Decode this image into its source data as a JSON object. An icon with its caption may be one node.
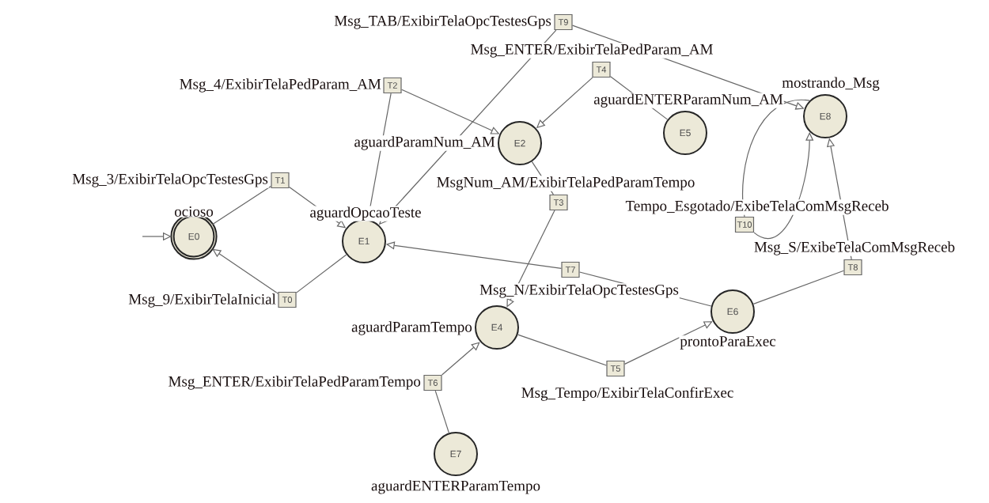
{
  "diagram": {
    "nodes": [
      {
        "text": [
          "E0"
        ],
        "beside": [
          "ocioso"
        ]
      },
      {
        "text": [
          "E1"
        ],
        "beside": [
          "aguardOpcaoTeste"
        ]
      },
      {
        "text": [
          "E2"
        ],
        "beside": [
          "aguardParamNum_AM"
        ]
      },
      {
        "text": [
          "E4"
        ],
        "beside": [
          "aguardParamTempo"
        ]
      },
      {
        "text": [
          "E5"
        ],
        "beside": [
          "aguardENTERParamNum_AM"
        ]
      },
      {
        "text": [
          "E6"
        ],
        "beside": [
          "prontoParaExec"
        ]
      },
      {
        "text": [
          "E7"
        ],
        "beside": [
          "aguardENTERParamTempo"
        ]
      },
      {
        "text": [
          "E8"
        ],
        "beside": [
          "mostrando_Msg"
        ]
      },
      {
        "text": [
          "T0"
        ],
        "beside": [
          "Msg_9/ExibirTelaInicial"
        ]
      },
      {
        "text": [
          "T1"
        ],
        "beside": [
          "Msg_3/ExibirTelaOpcTestesGps"
        ]
      },
      {
        "text": [
          "T2"
        ],
        "beside": [
          "Msg_4/ExibirTelaPedParam_AM"
        ]
      },
      {
        "text": [
          "T3"
        ],
        "beside": [
          "MsgNum_AM/ExibirTelaPedParamTempo"
        ]
      },
      {
        "text": [
          "T4"
        ],
        "beside": [
          "Msg_ENTER/ExibirTelaPedParam_AM"
        ]
      },
      {
        "text": [
          "T5"
        ],
        "beside": [
          "Msg_Tempo/ExibirTelaConfirExec"
        ]
      },
      {
        "text": [
          "T6"
        ],
        "beside": [
          "Msg_ENTER/ExibirTelaPedParamTempo"
        ]
      },
      {
        "text": [
          "T7"
        ],
        "beside": [
          "Msg_N/ExibirTelaOpcTestesGps"
        ]
      },
      {
        "text": [
          "T8"
        ],
        "beside": [
          "Msg_S/ExibeTelaComMsgReceb"
        ]
      },
      {
        "text": [
          "T9"
        ],
        "beside": [
          "Msg_TAB/ExibirTelaOpcTestesGps"
        ]
      },
      {
        "text": [
          "T10"
        ],
        "beside": [
          "Tempo_Esgotado/ExibeTelaComMsgReceb"
        ]
      }
    ],
    "edges": [
      {
        "from": null,
        "to": 0,
        "arrow": "to"
      },
      {
        "from": 1,
        "to": 8,
        "arrow": "none"
      },
      {
        "from": 8,
        "to": 0,
        "arrow": "to"
      },
      {
        "from": 0,
        "to": 9,
        "arrow": "none"
      },
      {
        "from": 9,
        "to": 1,
        "arrow": "to"
      },
      {
        "from": 1,
        "to": 10,
        "arrow": "none"
      },
      {
        "from": 10,
        "to": 2,
        "arrow": "to"
      },
      {
        "from": 2,
        "to": 11,
        "arrow": "none"
      },
      {
        "from": 11,
        "to": 3,
        "arrow": "to"
      },
      {
        "from": 4,
        "to": 12,
        "arrow": "none"
      },
      {
        "from": 12,
        "to": 2,
        "arrow": "to"
      },
      {
        "from": 3,
        "to": 13,
        "arrow": "none"
      },
      {
        "from": 13,
        "to": 5,
        "arrow": "to"
      },
      {
        "from": 6,
        "to": 14,
        "arrow": "none"
      },
      {
        "from": 14,
        "to": 3,
        "arrow": "to"
      },
      {
        "from": 5,
        "to": 15,
        "arrow": "none"
      },
      {
        "from": 15,
        "to": 1,
        "arrow": "to"
      },
      {
        "from": 5,
        "to": 16,
        "arrow": "none"
      },
      {
        "from": 16,
        "to": 7,
        "arrow": "to"
      },
      {
        "from": 17,
        "to": 1,
        "arrow": "to"
      },
      {
        "from": 17,
        "to": 7,
        "arrow": "to"
      },
      {
        "from": 7,
        "to": 18,
        "arrow": "none"
      },
      {
        "from": 18,
        "to": 7,
        "arrow": "to"
      }
    ]
  }
}
